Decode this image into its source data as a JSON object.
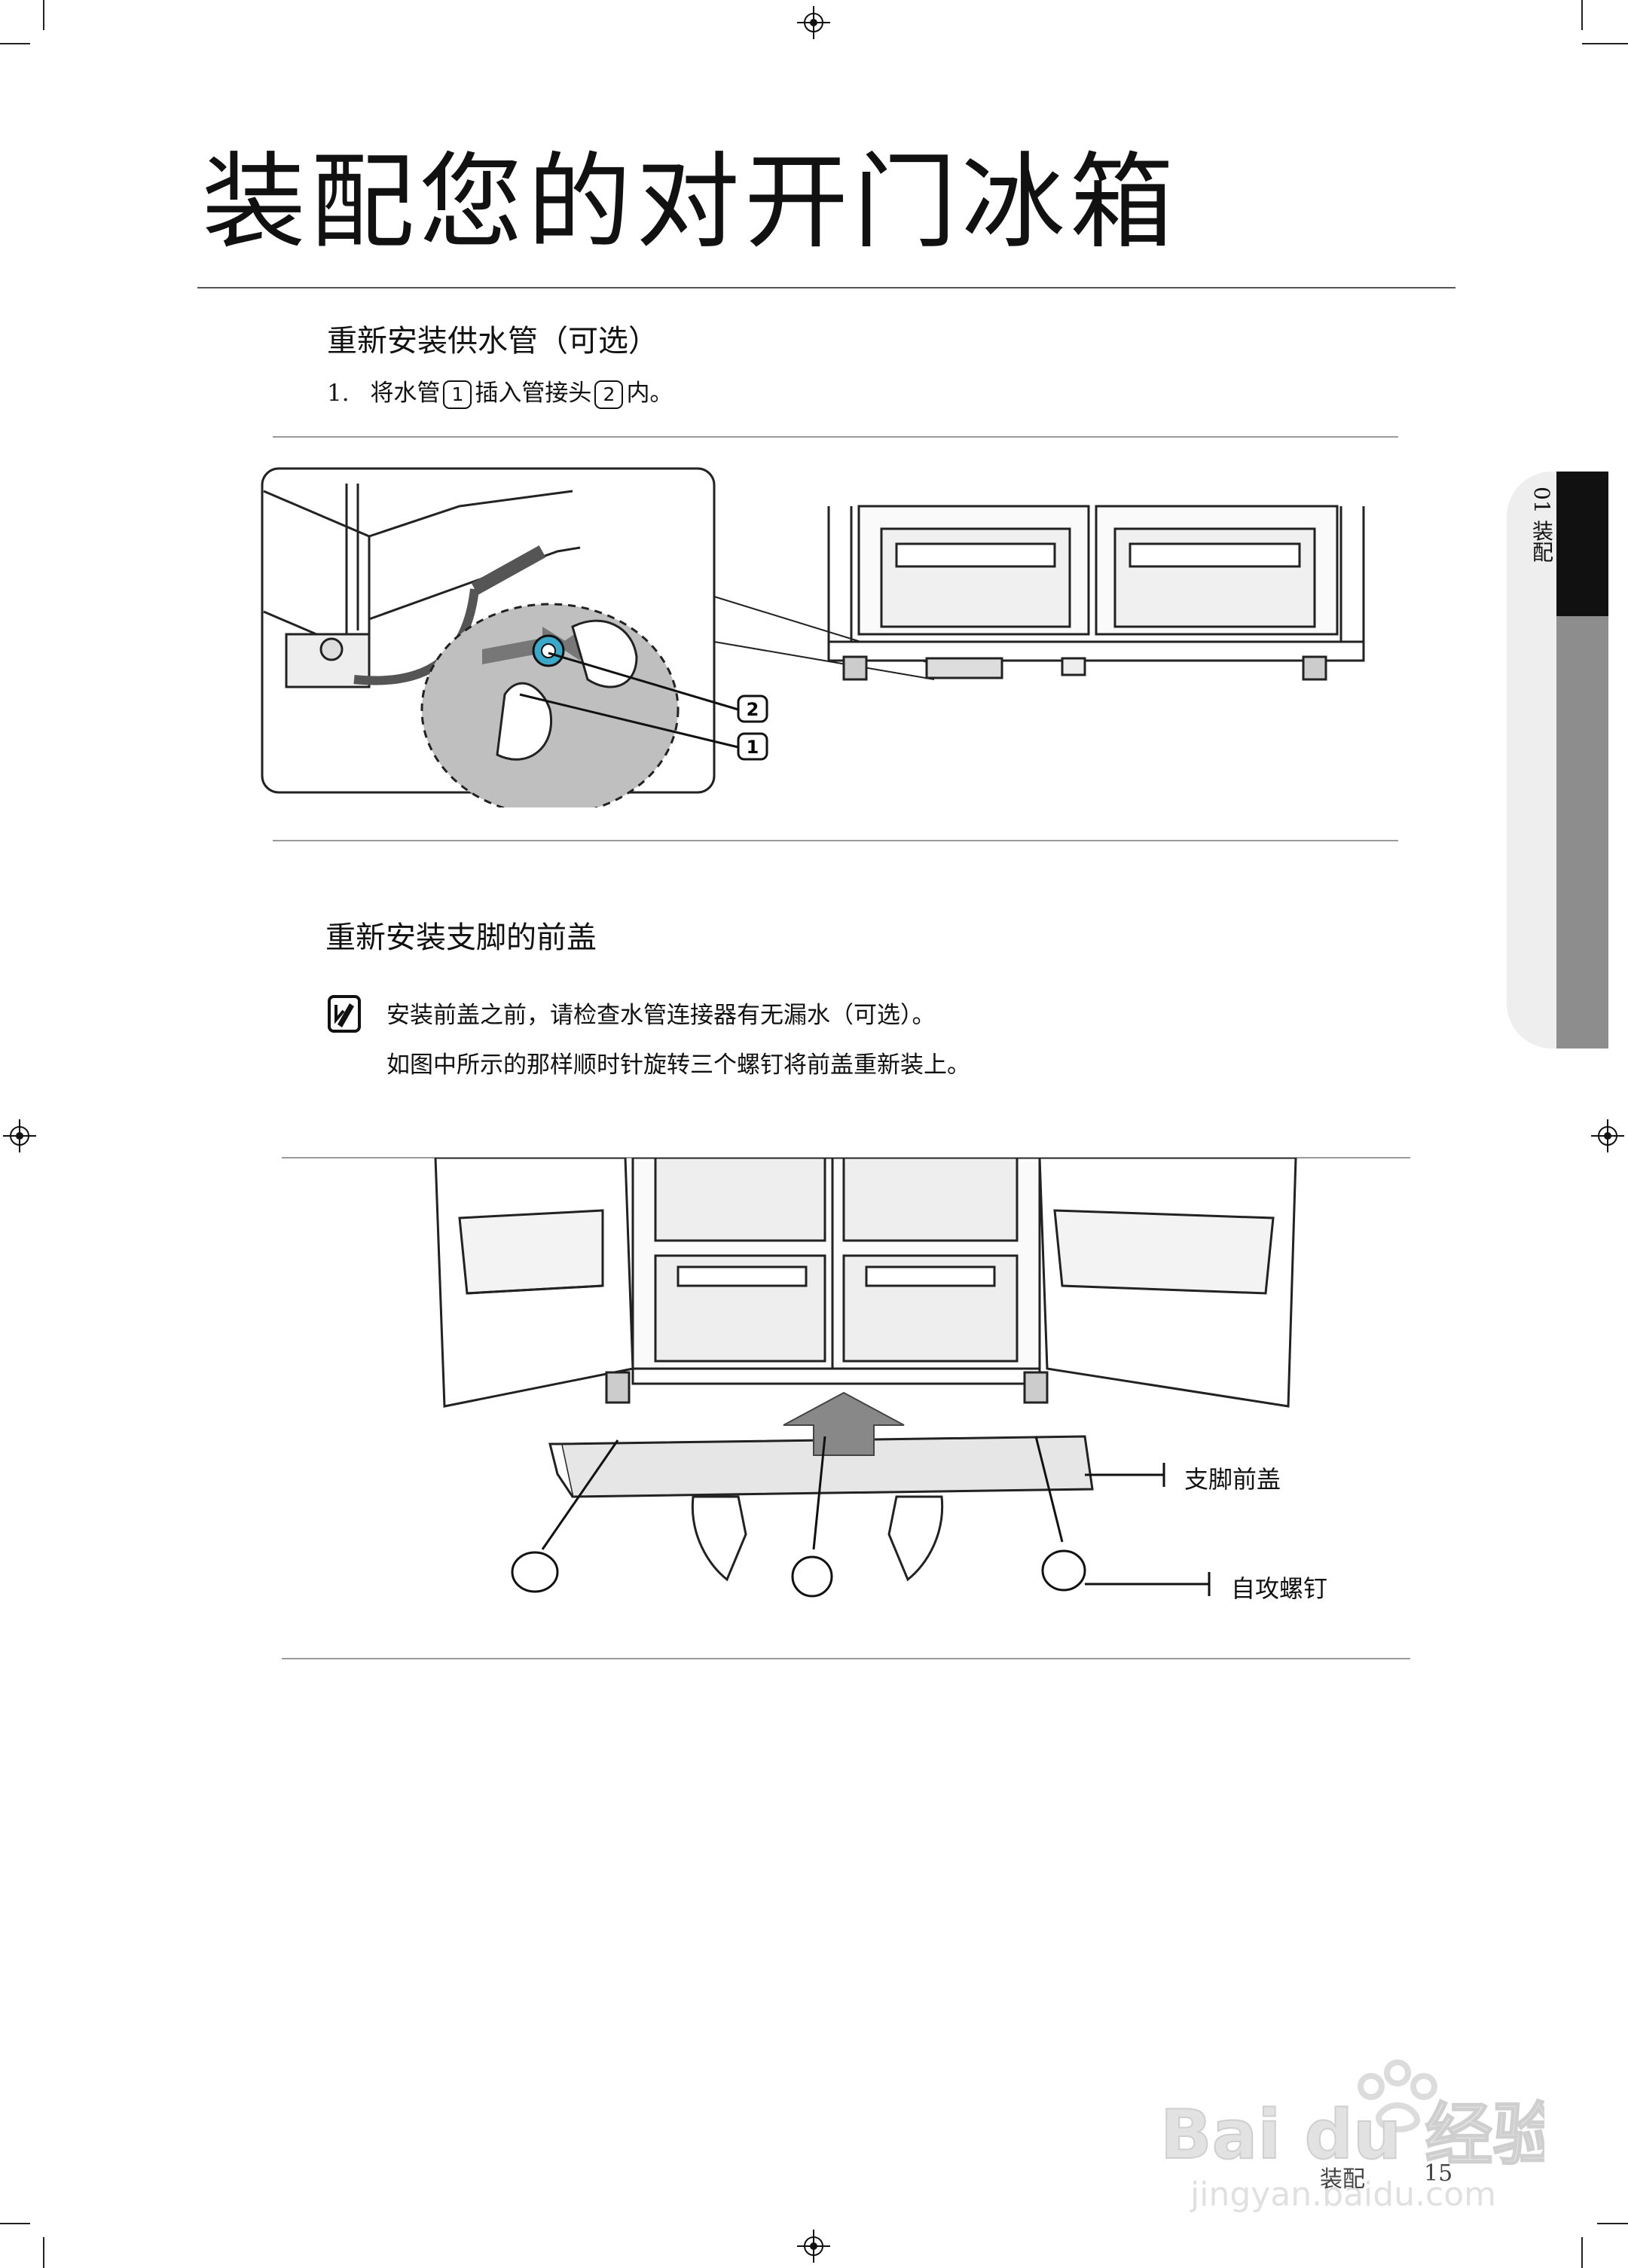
{
  "page": {
    "title": "装配您的对开门冰箱"
  },
  "section1": {
    "heading": "重新安装供水管（可选）",
    "step_number": "1.",
    "step_text_a": "将水管",
    "step_marker_1": "1",
    "step_text_b": "插入管接头",
    "step_marker_2": "2",
    "step_text_c": "内。",
    "callouts": [
      "2",
      "1"
    ]
  },
  "section2": {
    "heading": "重新安装支脚的前盖",
    "note_line1": "安装前盖之前，请检查水管连接器有无漏水（可选）。",
    "note_line2": "如图中所示的那样顺时针旋转三个螺钉将前盖重新装上。",
    "label_cover": "支脚前盖",
    "label_screw": "自攻螺钉"
  },
  "side_tab": {
    "label": "01 装配"
  },
  "footer": {
    "section": "装配",
    "page_number": "15"
  },
  "watermark": {
    "brand": "Bai du 经验",
    "url": "jingyan.baidu.com"
  }
}
